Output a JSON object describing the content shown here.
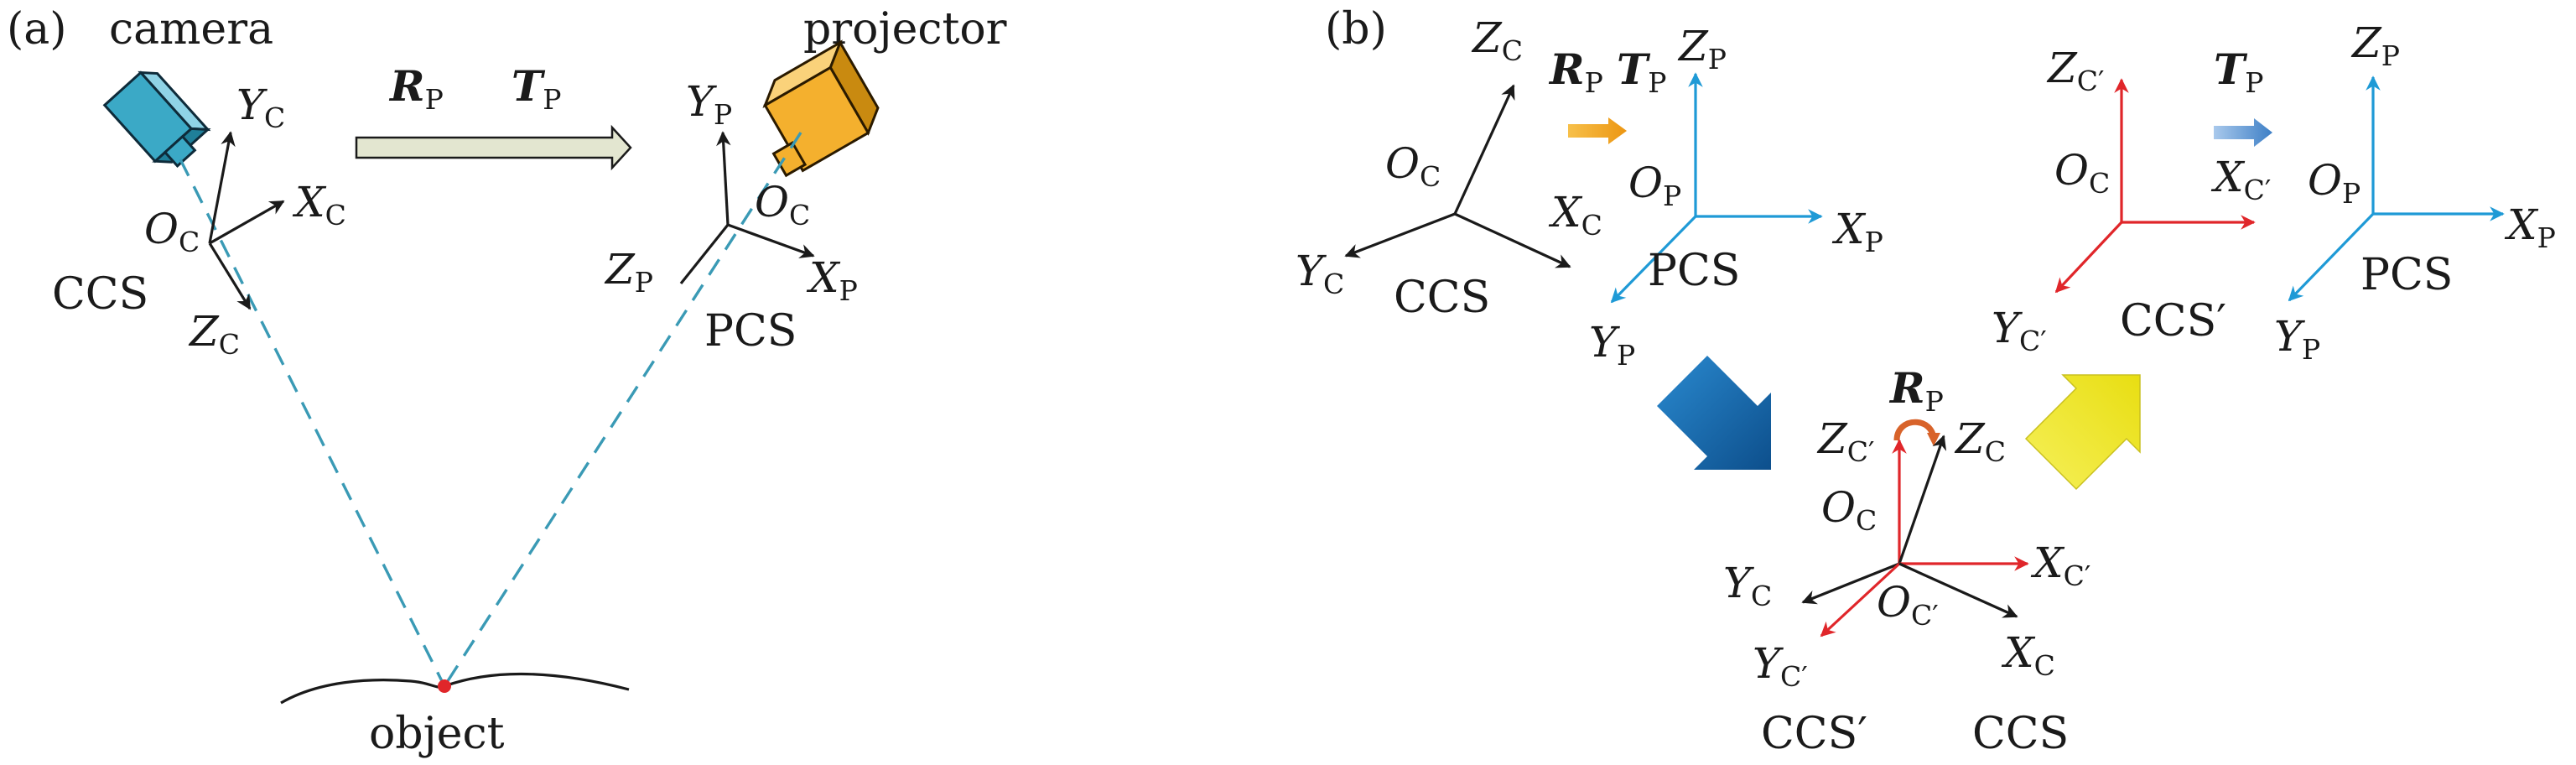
{
  "panel_a": {
    "tag": "(a)",
    "camera": "camera",
    "projector": "projector",
    "object": "object",
    "ccs": "CCS",
    "pcs": "PCS",
    "R": "R",
    "R_sub": "P",
    "T": "T",
    "T_sub": "P",
    "axes": {
      "yc": "Y",
      "yc_sub": "C",
      "xc": "X",
      "xc_sub": "C",
      "zc": "Z",
      "zc_sub": "C",
      "oc": "O",
      "oc_sub": "C",
      "yp": "Y",
      "yp_sub": "P",
      "xp": "X",
      "xp_sub": "P",
      "zp": "Z",
      "zp_sub": "P",
      "op": "O",
      "op_sub": "C"
    }
  },
  "panel_b": {
    "tag": "(b)",
    "ccs": "CCS",
    "pcs": "PCS",
    "pcs2": "PCS",
    "ccs_prime": "CCS′",
    "ccs_bottom": "CCS",
    "ccs_prime_bottom": "CCS′",
    "R": "R",
    "R_sub": "P",
    "T": "T",
    "T_sub": "P",
    "T2": "T",
    "T2_sub": "P",
    "R_mid": "R",
    "R_mid_sub": "P",
    "frame1": {
      "zc": "Z",
      "zc_sub": "C",
      "yc": "Y",
      "yc_sub": "C",
      "xc": "X",
      "xc_sub": "C",
      "oc": "O",
      "oc_sub": "C"
    },
    "frame2": {
      "zp": "Z",
      "zp_sub": "P",
      "xp": "X",
      "xp_sub": "P",
      "yp": "Y",
      "yp_sub": "P",
      "op": "O",
      "op_sub": "P"
    },
    "frame3": {
      "zc": "Z",
      "zc_sub": "C′",
      "xc": "X",
      "xc_sub": "C′",
      "yc": "Y",
      "yc_sub": "C′",
      "oc": "O",
      "oc_sub": "C"
    },
    "frame4": {
      "zp": "Z",
      "zp_sub": "P",
      "xp": "X",
      "xp_sub": "P",
      "yp": "Y",
      "yp_sub": "P",
      "op": "O",
      "op_sub": "P"
    },
    "frame5": {
      "zcp": "Z",
      "zcp_sub": "C′",
      "zc": "Z",
      "zc_sub": "C",
      "oc": "O",
      "oc_sub": "C",
      "ocp": "O",
      "ocp_sub": "C′",
      "yc": "Y",
      "yc_sub": "C",
      "xcp": "X",
      "xcp_sub": "C′",
      "ycp": "Y",
      "ycp_sub": "C′",
      "xc": "X",
      "xc_sub": "C"
    }
  },
  "colors": {
    "black": "#1a1a1a",
    "blue_axis": "#1f9ad6",
    "red_axis": "#e0262a",
    "dashed": "#3a9ab5",
    "camera_body": "#3ba9c6",
    "projector_body": "#f4b02e",
    "orange_arrow": "#f0a21e",
    "blue_arrow": "#1565a8",
    "yellow_arrow": "#f2ec2a",
    "small_blue_arrow": "#4f8fd0",
    "object_point": "#e0262a"
  }
}
